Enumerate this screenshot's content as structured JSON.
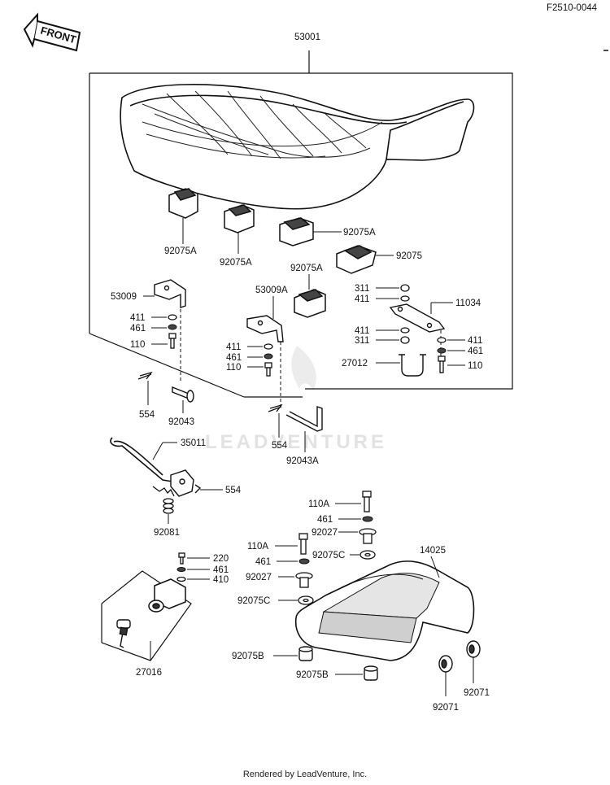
{
  "diagram_id": "F2510-0044",
  "front_label": "FRONT",
  "watermark": "LEADVENTURE",
  "footer": "Rendered by LeadVenture, Inc.",
  "part_numbers": {
    "seat": "53001",
    "pad_a1": "92075A",
    "pad_a2": "92075A",
    "pad_a3": "92075A",
    "pad_a4": "92075A",
    "pad_main": "92075",
    "bracket_l": "53009",
    "bracket_c": "53009A",
    "washer_411_l": "411",
    "washer_461_l": "461",
    "bolt_110_l": "110",
    "washer_411_c": "411",
    "washer_461_c": "461",
    "bolt_110_c": "110",
    "nut_311_t": "311",
    "washer_411_t": "411",
    "bracket_r": "11034",
    "washer_411_r1": "411",
    "nut_311_r": "311",
    "bolt_27012": "27012",
    "washer_411_r2": "411",
    "washer_461_r": "461",
    "bolt_110_r": "110",
    "pin_554_l": "554",
    "pin_92043": "92043",
    "pin_554_c": "554",
    "hook_92043a": "92043A",
    "cable_35011": "35011",
    "clip_554_r": "554",
    "spring_92081": "92081",
    "screw_220": "220",
    "washer_461_lock": "461",
    "washer_410_lock": "410",
    "lock_set": "27016",
    "bolt_110a_1": "110A",
    "washer_461_t1": "461",
    "collar_92027_1": "92027",
    "damper_92075c_1": "92075C",
    "bolt_110a_2": "110A",
    "washer_461_t2": "461",
    "collar_92027_2": "92027",
    "damper_92075c_2": "92075C",
    "tail_cover": "14025",
    "damper_92075b_1": "92075B",
    "damper_92075b_2": "92075B",
    "grommet_92071_1": "92071",
    "grommet_92071_2": "92071"
  }
}
